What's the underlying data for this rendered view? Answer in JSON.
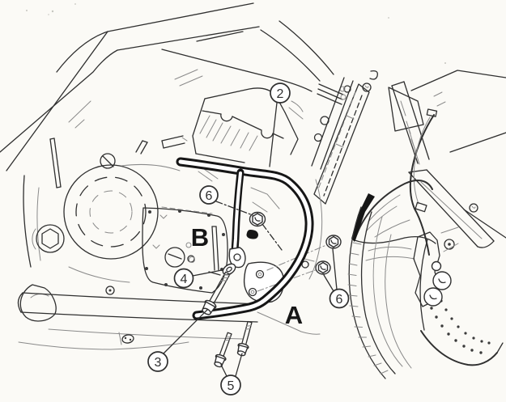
{
  "figure": {
    "type": "technical-parts-diagram",
    "subject": "motorcycle-engine-guard-mounting",
    "callouts": [
      {
        "label": "2"
      },
      {
        "label": "6"
      },
      {
        "label": "4"
      },
      {
        "label": "3"
      },
      {
        "label": "5"
      },
      {
        "label": "6"
      }
    ],
    "part_letters": [
      {
        "label": "B"
      },
      {
        "label": "A"
      }
    ],
    "colors": {
      "paper": "#fbfaf6",
      "ink": "#2f2f2f",
      "faint": "#8a8a8a",
      "heavy": "#161616"
    }
  }
}
